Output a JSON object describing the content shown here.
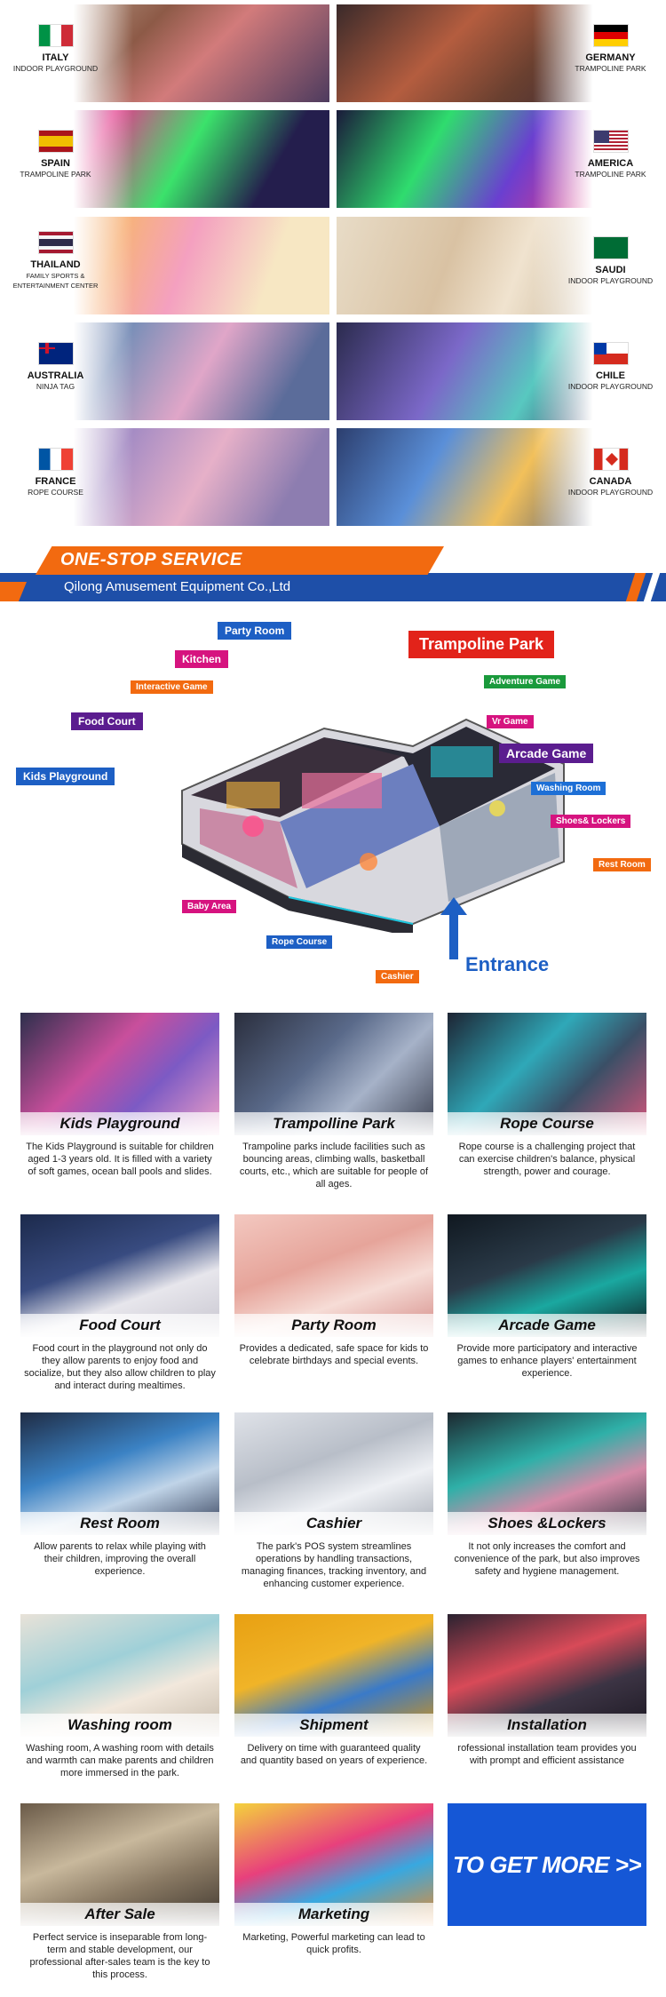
{
  "cases": [
    {
      "country": "ITALY",
      "type": "INDOOR PLAYGROUND",
      "flag": "italy-flag-icon"
    },
    {
      "country": "GERMANY",
      "type": "TRAMPOLINE PARK",
      "flag": "germany-flag-icon"
    },
    {
      "country": "SPAIN",
      "type": "TRAMPOLINE PARK",
      "flag": "spain-flag-icon"
    },
    {
      "country": "AMERICA",
      "type": "TRAMPOLINE PARK",
      "flag": "usa-flag-icon"
    },
    {
      "country": "THAILAND",
      "type": "FAMILY SPORTS & ENTERTAINMENT CENTER",
      "flag": "thailand-flag-icon"
    },
    {
      "country": "SAUDI",
      "type": "INDOOR PLAYGROUND",
      "flag": "saudi-flag-icon"
    },
    {
      "country": "AUSTRALIA",
      "type": "NINJA TAG",
      "flag": "australia-flag-icon"
    },
    {
      "country": "CHILE",
      "type": "INDOOR PLAYGROUND",
      "flag": "chile-flag-icon"
    },
    {
      "country": "FRANCE",
      "type": "ROPE COURSE",
      "flag": "france-flag-icon"
    },
    {
      "country": "CANADA",
      "type": "INDOOR PLAYGROUND",
      "flag": "canada-flag-icon"
    }
  ],
  "banner": {
    "title": "ONE-STOP SERVICE",
    "subtitle": "Qilong Amusement Equipment Co.,Ltd"
  },
  "plan": {
    "labels": {
      "party_room": "Party Room",
      "trampoline_park": "Trampoline Park",
      "kitchen": "Kitchen",
      "adventure_game": "Adventure Game",
      "interactive_game": "Interactive Game",
      "food_court": "Food Court",
      "vr_game": "Vr Game",
      "arcade_game": "Arcade Game",
      "kids_playground": "Kids Playground",
      "washing_room": "Washing Room",
      "shoes_lockers": "Shoes& Lockers",
      "rest_room": "Rest Room",
      "baby_area": "Baby Area",
      "rope_course": "Rope Course",
      "cashier": "Cashier",
      "entrance": "Entrance"
    }
  },
  "services": [
    {
      "title": "Kids Playground",
      "desc": "The Kids Playground is suitable for children aged 1-3 years old. It is filled with a variety of soft games, ocean ball pools and slides."
    },
    {
      "title": "Trampolline Park",
      "desc": "Trampoline parks include facilities such as bouncing areas, climbing walls, basketball courts, etc., which are suitable for people of all ages."
    },
    {
      "title": "Rope Course",
      "desc": "Rope course is a challenging project that can exercise children's balance, physical strength, power and courage."
    },
    {
      "title": "Food Court",
      "desc": "Food court in the playground not only do they allow parents to enjoy food and socialize, but they also allow children to play and interact during mealtimes."
    },
    {
      "title": "Party Room",
      "desc": "Provides a dedicated, safe space for kids to celebrate birthdays and special events."
    },
    {
      "title": "Arcade Game",
      "desc": "Provide more participatory and interactive games to enhance players' entertainment experience."
    },
    {
      "title": "Rest Room",
      "desc": "Allow parents to relax while playing with their children, improving the overall experience."
    },
    {
      "title": "Cashier",
      "desc": "The park's POS system streamlines operations by handling transactions, managing finances, tracking inventory, and enhancing customer experience."
    },
    {
      "title": "Shoes &Lockers",
      "desc": "It not only increases the comfort and convenience of the park, but also improves safety and hygiene management."
    },
    {
      "title": "Washing room",
      "desc": "Washing room, A washing room with details and warmth can make parents and children more immersed in the park."
    },
    {
      "title": "Shipment",
      "desc": "Delivery on time with guaranteed quality and quantity based on years of experience."
    },
    {
      "title": "Installation",
      "desc": "rofessional installation team provides you with prompt and efficient assistance"
    },
    {
      "title": "After Sale",
      "desc": "Perfect service is inseparable from long-term and stable development, our professional after-sales team is the key to this process."
    },
    {
      "title": "Marketing",
      "desc": "Marketing, Powerful marketing can lead to quick profits."
    }
  ],
  "cta": {
    "label": "TO GET MORE >>"
  },
  "colors": {
    "blue": "#1e4fa8",
    "orange": "#f26a10",
    "magenta": "#d6137f",
    "red": "#e2231a",
    "green": "#1a9a3c",
    "purple": "#5b1d8f",
    "cyan_blue": "#1d6fd6"
  }
}
